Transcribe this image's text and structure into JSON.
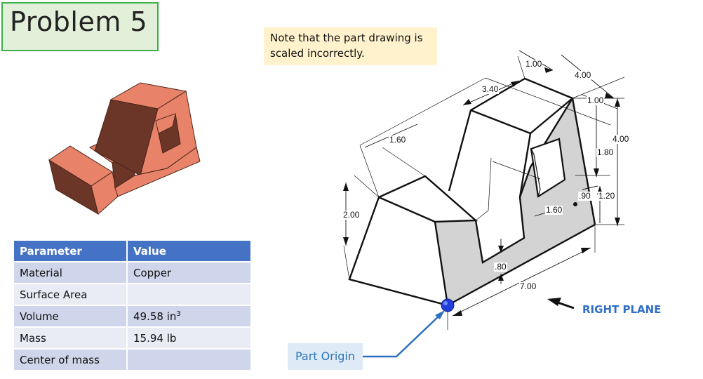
{
  "slide": {
    "title": "Problem 5",
    "note": "Note that the part drawing is scaled incorrectly."
  },
  "properties_table": {
    "headers": [
      "Parameter",
      "Value"
    ],
    "rows": [
      {
        "parameter": "Material",
        "value": "Copper"
      },
      {
        "parameter": "Surface Area",
        "value": ""
      },
      {
        "parameter": "Volume",
        "value": "49.58 in",
        "value_sup": "3"
      },
      {
        "parameter": "Mass",
        "value": "15.94 lb"
      },
      {
        "parameter": "Center of mass",
        "value": ""
      }
    ]
  },
  "drawing": {
    "dimensions": {
      "d100_top": "1.00",
      "d400_top": "4.00",
      "d340": "3.40",
      "d100_right": "1.00",
      "d160_left": "1.60",
      "d400_right": "4.00",
      "d180": "1.80",
      "d200": "2.00",
      "d090": ".90",
      "d120": "1.20",
      "d160_window": "1.60",
      "d080": ".80",
      "d700": "7.00"
    },
    "labels": {
      "right_plane": "RIGHT PLANE",
      "part_origin": "Part Origin"
    }
  },
  "colors": {
    "title_bg": "#e2f0d9",
    "title_border": "#3daf4b",
    "note_bg": "#fff2cc",
    "table_header": "#4472c4",
    "table_row_dark": "#cfd5ea",
    "table_row_light": "#e9ebf5",
    "copper_light": "#e8836a",
    "copper_dark": "#6b3628",
    "origin_dot": "#1f3fd8",
    "accent_blue": "#2f6fc6"
  }
}
